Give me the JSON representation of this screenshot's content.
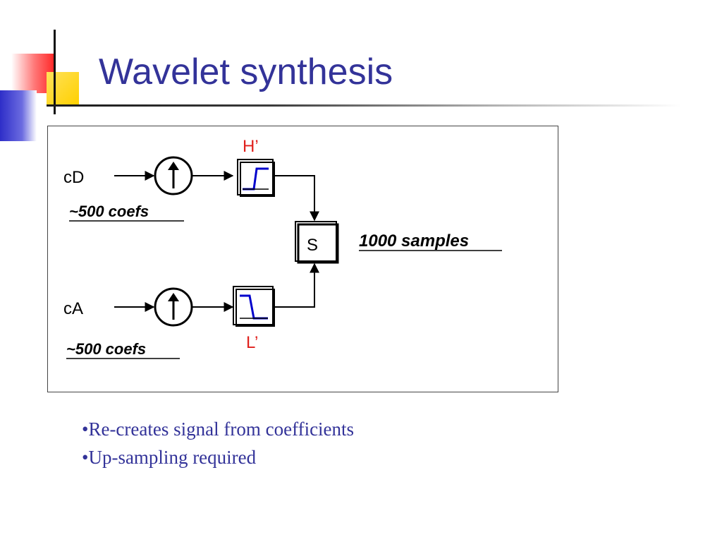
{
  "slide": {
    "title": "Wavelet synthesis",
    "bullets": [
      "•Re-creates signal from coefficients",
      "•Up-sampling required"
    ]
  },
  "diagram": {
    "inputs": {
      "detail": {
        "label": "cD",
        "count": "~500 coefs"
      },
      "approx": {
        "label": "cA",
        "count": "~500 coefs"
      }
    },
    "filters": {
      "highpass": "H’",
      "lowpass": "L’"
    },
    "sum_block": "S",
    "output": "1000 samples"
  },
  "colors": {
    "title": "#333399",
    "filter_label": "#e0201c",
    "filter_curve": "#0000cc",
    "deco_red": "#ff3333",
    "deco_yellow": "#ffd700",
    "deco_blue": "#3333cc"
  }
}
